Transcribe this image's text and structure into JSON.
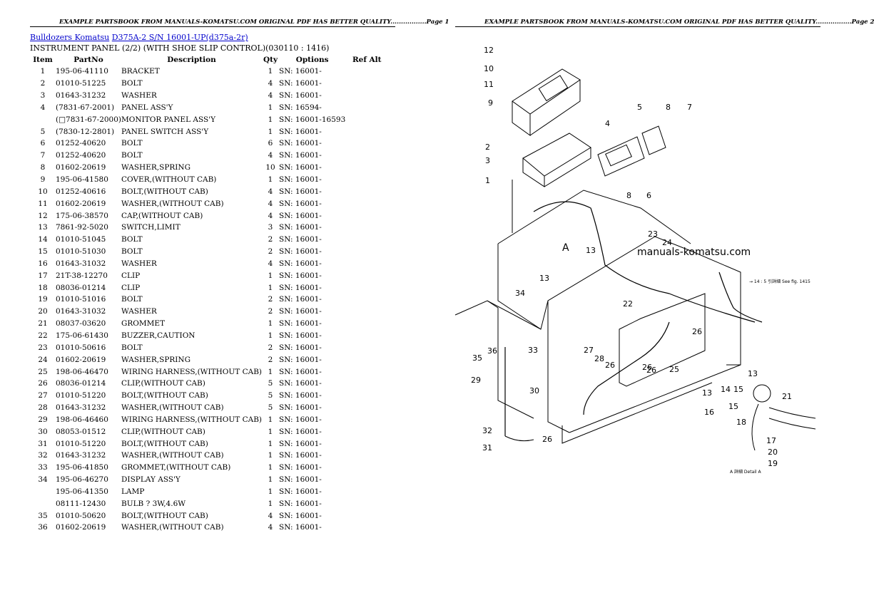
{
  "header": {
    "left_text": "EXAMPLE PARTSBOOK FROM MANUALS-KOMATSU.COM ORIGINAL PDF HAS BETTER QUALITY.................Page 1",
    "right_text": "EXAMPLE PARTSBOOK FROM MANUALS-KOMATSU.COM ORIGINAL PDF HAS BETTER QUALITY.................Page 2"
  },
  "breadcrumb": {
    "link1": "Bulldozers Komatsu",
    "link2": "D375A-2  S/N  16001-UP(d375a-2r)"
  },
  "page_title": "INSTRUMENT PANEL (2/2) (WITH SHOE SLIP CONTROL)(030110 : 1416)",
  "table": {
    "headers": [
      "Item",
      "PartNo",
      "Description",
      "Qty",
      "Options",
      "Ref Alt"
    ],
    "rows": [
      [
        "1",
        "195-06-41110",
        "BRACKET",
        "1",
        "SN: 16001-",
        ""
      ],
      [
        "2",
        "01010-51225",
        "BOLT",
        "4",
        "SN: 16001-",
        ""
      ],
      [
        "3",
        "01643-31232",
        "WASHER",
        "4",
        "SN: 16001-",
        ""
      ],
      [
        "4",
        "(7831-67-2001)",
        "PANEL ASS'Y",
        "1",
        "SN: 16594-",
        ""
      ],
      [
        "",
        "(□7831-67-2000)",
        "MONITOR PANEL ASS'Y",
        "1",
        "SN: 16001-16593",
        ""
      ],
      [
        "5",
        "(7830-12-2801)",
        "PANEL SWITCH ASS'Y",
        "1",
        "SN: 16001-",
        ""
      ],
      [
        "6",
        "01252-40620",
        "BOLT",
        "6",
        "SN: 16001-",
        ""
      ],
      [
        "7",
        "01252-40620",
        "BOLT",
        "4",
        "SN: 16001-",
        ""
      ],
      [
        "8",
        "01602-20619",
        "WASHER,SPRING",
        "10",
        "SN: 16001-",
        ""
      ],
      [
        "9",
        "195-06-41580",
        "COVER,(WITHOUT CAB)",
        "1",
        "SN: 16001-",
        ""
      ],
      [
        "10",
        "01252-40616",
        "BOLT,(WITHOUT CAB)",
        "4",
        "SN: 16001-",
        ""
      ],
      [
        "11",
        "01602-20619",
        "WASHER,(WITHOUT CAB)",
        "4",
        "SN: 16001-",
        ""
      ],
      [
        "12",
        "175-06-38570",
        "CAP,(WITHOUT CAB)",
        "4",
        "SN: 16001-",
        ""
      ],
      [
        "13",
        "7861-92-5020",
        "SWITCH,LIMIT",
        "3",
        "SN: 16001-",
        ""
      ],
      [
        "14",
        "01010-51045",
        "BOLT",
        "2",
        "SN: 16001-",
        ""
      ],
      [
        "15",
        "01010-51030",
        "BOLT",
        "2",
        "SN: 16001-",
        ""
      ],
      [
        "16",
        "01643-31032",
        "WASHER",
        "4",
        "SN: 16001-",
        ""
      ],
      [
        "17",
        "21T-38-12270",
        "CLIP",
        "1",
        "SN: 16001-",
        ""
      ],
      [
        "18",
        "08036-01214",
        "CLIP",
        "1",
        "SN: 16001-",
        ""
      ],
      [
        "19",
        "01010-51016",
        "BOLT",
        "2",
        "SN: 16001-",
        ""
      ],
      [
        "20",
        "01643-31032",
        "WASHER",
        "2",
        "SN: 16001-",
        ""
      ],
      [
        "21",
        "08037-03620",
        "GROMMET",
        "1",
        "SN: 16001-",
        ""
      ],
      [
        "22",
        "175-06-61430",
        "BUZZER,CAUTION",
        "1",
        "SN: 16001-",
        ""
      ],
      [
        "23",
        "01010-50616",
        "BOLT",
        "2",
        "SN: 16001-",
        ""
      ],
      [
        "24",
        "01602-20619",
        "WASHER,SPRING",
        "2",
        "SN: 16001-",
        ""
      ],
      [
        "25",
        "198-06-46470",
        "WIRING HARNESS,(WITHOUT CAB)",
        "1",
        "SN: 16001-",
        ""
      ],
      [
        "26",
        "08036-01214",
        "CLIP,(WITHOUT CAB)",
        "5",
        "SN: 16001-",
        ""
      ],
      [
        "27",
        "01010-51220",
        "BOLT,(WITHOUT CAB)",
        "5",
        "SN: 16001-",
        ""
      ],
      [
        "28",
        "01643-31232",
        "WASHER,(WITHOUT CAB)",
        "5",
        "SN: 16001-",
        ""
      ],
      [
        "29",
        "198-06-46460",
        "WIRING HARNESS,(WITHOUT CAB)",
        "1",
        "SN: 16001-",
        ""
      ],
      [
        "30",
        "08053-01512",
        "CLIP,(WITHOUT CAB)",
        "1",
        "SN: 16001-",
        ""
      ],
      [
        "31",
        "01010-51220",
        "BOLT,(WITHOUT CAB)",
        "1",
        "SN: 16001-",
        ""
      ],
      [
        "32",
        "01643-31232",
        "WASHER,(WITHOUT CAB)",
        "1",
        "SN: 16001-",
        ""
      ],
      [
        "33",
        "195-06-41850",
        "GROMMET,(WITHOUT CAB)",
        "1",
        "SN: 16001-",
        ""
      ],
      [
        "34",
        "195-06-46270",
        "DISPLAY ASS'Y",
        "1",
        "SN: 16001-",
        ""
      ],
      [
        "",
        "195-06-41350",
        "LAMP",
        "1",
        "SN: 16001-",
        ""
      ],
      [
        "",
        "08111-12430",
        "BULB ? 3W,4.6W",
        "1",
        "SN: 16001-",
        ""
      ],
      [
        "35",
        "01010-50620",
        "BOLT,(WITHOUT CAB)",
        "4",
        "SN: 16001-",
        ""
      ],
      [
        "36",
        "01602-20619",
        "WASHER,(WITHOUT CAB)",
        "4",
        "SN: 16001-",
        ""
      ]
    ]
  },
  "diagram": {
    "watermark": "manuals-komatsu.com",
    "view_label": "A",
    "note_text": "→ 14 : 5 引詳細 See fig. 1415",
    "detail_label": "A 詳細 Detail A",
    "callouts": [
      "12",
      "10",
      "11",
      "9",
      "2",
      "3",
      "1",
      "4",
      "5",
      "8",
      "7",
      "8",
      "6",
      "23",
      "24",
      "22",
      "13",
      "13",
      "34",
      "35",
      "36",
      "33",
      "27",
      "28",
      "26",
      "29",
      "30",
      "26",
      "32",
      "31",
      "25",
      "26",
      "26",
      "26",
      "13",
      "15",
      "14",
      "21",
      "16",
      "13",
      "15",
      "18",
      "17",
      "20",
      "19"
    ]
  }
}
